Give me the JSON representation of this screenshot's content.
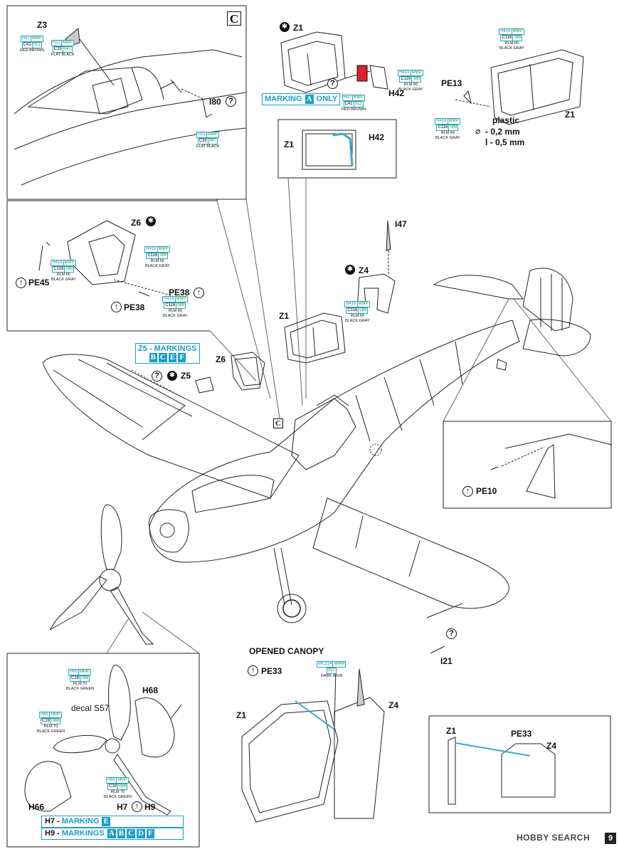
{
  "page_number": "9",
  "watermark": "HOBBY SEARCH",
  "section_c_label": "C",
  "canopy_title": "OPENED CANOPY",
  "plastic_note": {
    "title": "plastic",
    "diam": "- 0,2 mm",
    "len": "l - 0,5 mm"
  },
  "parts": {
    "z3": "Z3",
    "i80": "I80",
    "z1a": "Z1",
    "h42a": "H42",
    "z1b": "Z1",
    "h42b": "H42",
    "pe13": "PE13",
    "z1c": "Z1",
    "z6a": "Z6",
    "pe45": "PE45",
    "pe38a": "PE38",
    "pe38b": "PE38",
    "i47": "I47",
    "z4a": "Z4",
    "z1d": "Z1",
    "z6b": "Z6",
    "z5": "Z5",
    "pe10": "PE10",
    "i21": "I21",
    "pe33a": "PE33",
    "z1e": "Z1",
    "z4b": "Z4",
    "z1f": "Z1",
    "pe33b": "PE33",
    "z4c": "Z4",
    "h68": "H68",
    "h66": "H66",
    "h7": "H7",
    "h9": "H9",
    "decal": "decal S57",
    "c_small": "C"
  },
  "markings": {
    "a_only": {
      "prefix": "MARKING",
      "letters": [
        "A"
      ],
      "suffix": "ONLY"
    },
    "z5": {
      "prefix": "Z5 - MARKINGS",
      "letters": [
        "B",
        "C",
        "E",
        "F"
      ]
    },
    "h7": {
      "prefix": "H7 -",
      "label": "MARKING",
      "letters": [
        "E"
      ]
    },
    "h9": {
      "prefix": "H9 -",
      "label": "MARKINGS",
      "letters": [
        "A",
        "B",
        "C",
        "D",
        "F"
      ]
    }
  },
  "paints": {
    "red_brown_1": {
      "h": "H47",
      "mmp": "MMP",
      "c": "C41",
      "n": "012",
      "name": "RED BROWN"
    },
    "flat_black_1": {
      "h": "H12",
      "mmp": "MMP",
      "c": "C33",
      "n": "047",
      "name": "FLAT BLACK"
    },
    "flat_black_2": {
      "h": "H12",
      "mmp": "MMP",
      "c": "C33",
      "n": "047",
      "name": "FLAT BLACK"
    },
    "bg_z1_top": {
      "h": "H416",
      "mmp": "MMP",
      "c": "C116",
      "n": "089",
      "rlm": "RLM 66",
      "name": "BLACK GRAY"
    },
    "bg_h42": {
      "h": "H416",
      "mmp": "MMP",
      "c": "C116",
      "n": "089",
      "rlm": "RLM 66",
      "name": "BLACK GRAY"
    },
    "red_brown_2": {
      "h": "H47",
      "mmp": "MMP",
      "c": "C41",
      "n": "012",
      "name": "RED BROWN"
    },
    "bg_pe13": {
      "h": "H416",
      "mmp": "MMP",
      "c": "C116",
      "n": "089",
      "rlm": "RLM 66",
      "name": "BLACK GRAY"
    },
    "bg_z6": {
      "h": "H416",
      "mmp": "MMP",
      "c": "C116",
      "n": "089",
      "rlm": "RLM 66",
      "name": "BLACK GRAY"
    },
    "bg_pe45": {
      "h": "H416",
      "mmp": "MMP",
      "c": "C116",
      "n": "089",
      "rlm": "RLM 66",
      "name": "BLACK GRAY"
    },
    "bg_pe38": {
      "h": "H416",
      "mmp": "MMP",
      "c": "C116",
      "n": "089",
      "rlm": "RLM 66",
      "name": "BLACK GRAY"
    },
    "bg_z4": {
      "h": "H416",
      "mmp": "MMP",
      "c": "C116",
      "n": "089",
      "rlm": "RLM 66",
      "name": "BLACK GRAY"
    },
    "dark_iron": {
      "h": "MC214",
      "mmp": "MMM",
      "c": "",
      "n": "001",
      "name": "DARK IRON"
    },
    "bgreen_1": {
      "h": "H65",
      "mmp": "MMP",
      "c": "C18",
      "n": "088",
      "rlm": "RLM 70",
      "name": "BLACK GREEN"
    },
    "bgreen_2": {
      "h": "H65",
      "mmp": "MMP",
      "c": "C18",
      "n": "088",
      "rlm": "RLM 70",
      "name": "BLACK GREEN"
    },
    "bgreen_3": {
      "h": "H65",
      "mmp": "MMP",
      "c": "C18",
      "n": "088",
      "rlm": "RLM 70",
      "name": "BLACK GREEN"
    }
  },
  "colors": {
    "accent_blue": "#1b9ec8",
    "paint_green": "#1f9a4a",
    "line": "#111111",
    "highlight_red": "#e0202a"
  }
}
